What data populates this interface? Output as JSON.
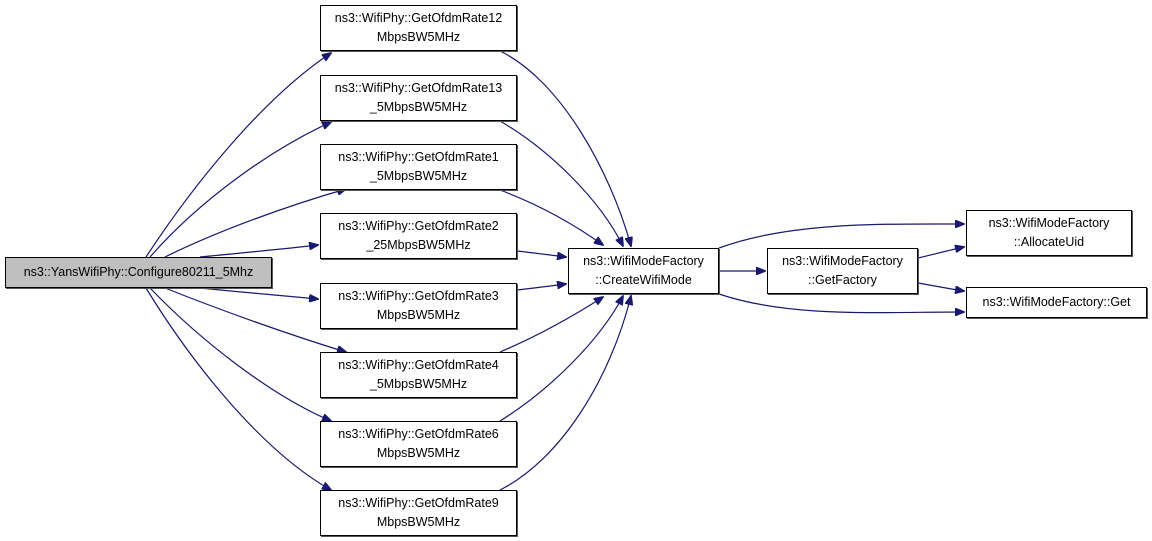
{
  "diagram": {
    "type": "call-graph",
    "colors": {
      "edge": "#191970",
      "root_fill": "#bfbfbf",
      "node_fill": "#ffffff",
      "node_border": "#000000"
    },
    "nodes": [
      {
        "id": "root",
        "lines": [
          "ns3::YansWifiPhy::Configure80211_5Mhz"
        ],
        "root": true
      },
      {
        "id": "r12",
        "lines": [
          "ns3::WifiPhy::GetOfdmRate12",
          "MbpsBW5MHz"
        ]
      },
      {
        "id": "r13_5",
        "lines": [
          "ns3::WifiPhy::GetOfdmRate13",
          "_5MbpsBW5MHz"
        ]
      },
      {
        "id": "r1_5",
        "lines": [
          "ns3::WifiPhy::GetOfdmRate1",
          "_5MbpsBW5MHz"
        ]
      },
      {
        "id": "r2_25",
        "lines": [
          "ns3::WifiPhy::GetOfdmRate2",
          "_25MbpsBW5MHz"
        ]
      },
      {
        "id": "r3",
        "lines": [
          "ns3::WifiPhy::GetOfdmRate3",
          "MbpsBW5MHz"
        ]
      },
      {
        "id": "r4_5",
        "lines": [
          "ns3::WifiPhy::GetOfdmRate4",
          "_5MbpsBW5MHz"
        ]
      },
      {
        "id": "r6",
        "lines": [
          "ns3::WifiPhy::GetOfdmRate6",
          "MbpsBW5MHz"
        ]
      },
      {
        "id": "r9",
        "lines": [
          "ns3::WifiPhy::GetOfdmRate9",
          "MbpsBW5MHz"
        ]
      },
      {
        "id": "create",
        "lines": [
          "ns3::WifiModeFactory",
          "::CreateWifiMode"
        ]
      },
      {
        "id": "getfactory",
        "lines": [
          "ns3::WifiModeFactory",
          "::GetFactory"
        ]
      },
      {
        "id": "allocate",
        "lines": [
          "ns3::WifiModeFactory",
          "::AllocateUid"
        ]
      },
      {
        "id": "get",
        "lines": [
          "ns3::WifiModeFactory::Get"
        ]
      }
    ],
    "edges": [
      [
        "root",
        "r12"
      ],
      [
        "root",
        "r13_5"
      ],
      [
        "root",
        "r1_5"
      ],
      [
        "root",
        "r2_25"
      ],
      [
        "root",
        "r3"
      ],
      [
        "root",
        "r4_5"
      ],
      [
        "root",
        "r6"
      ],
      [
        "root",
        "r9"
      ],
      [
        "r12",
        "create"
      ],
      [
        "r13_5",
        "create"
      ],
      [
        "r1_5",
        "create"
      ],
      [
        "r2_25",
        "create"
      ],
      [
        "r3",
        "create"
      ],
      [
        "r4_5",
        "create"
      ],
      [
        "r6",
        "create"
      ],
      [
        "r9",
        "create"
      ],
      [
        "create",
        "getfactory"
      ],
      [
        "create",
        "allocate"
      ],
      [
        "create",
        "get"
      ],
      [
        "getfactory",
        "allocate"
      ],
      [
        "getfactory",
        "get"
      ]
    ]
  }
}
